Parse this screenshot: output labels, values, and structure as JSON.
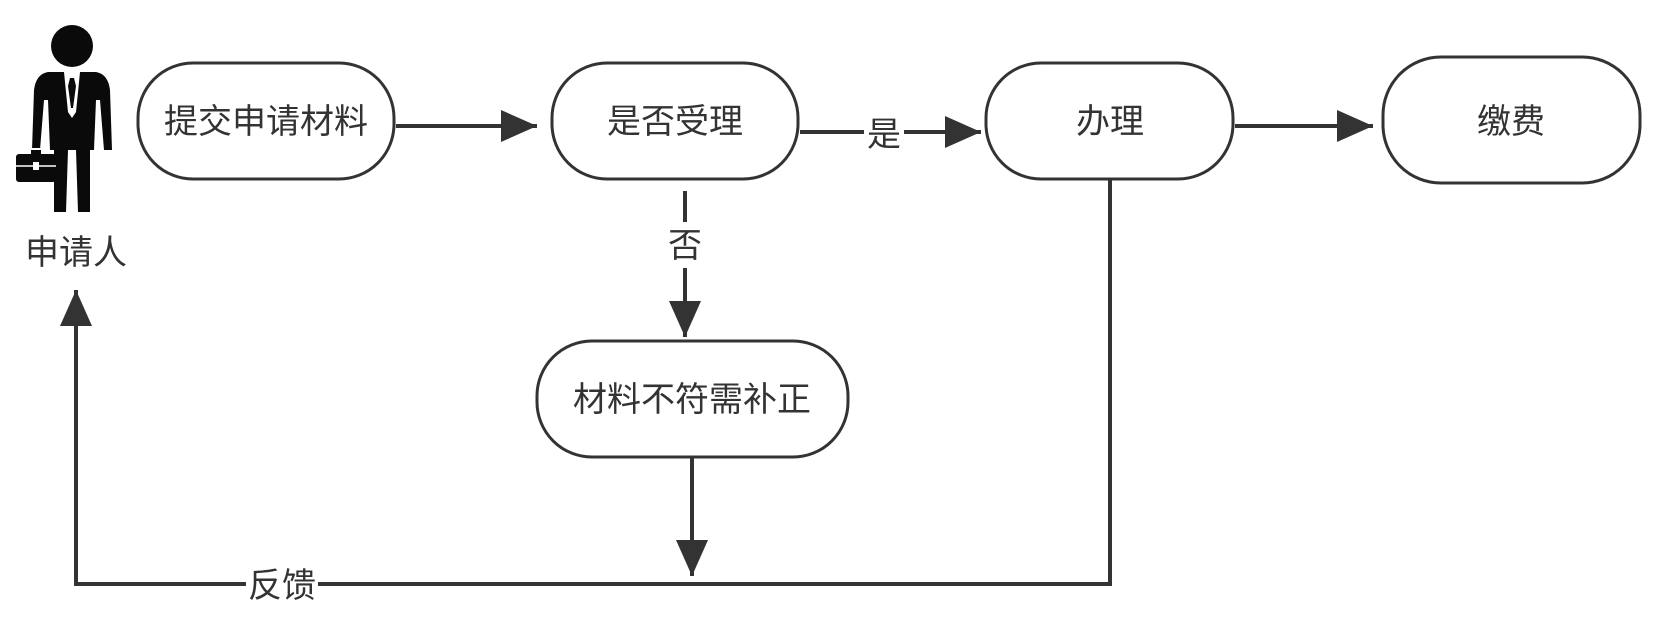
{
  "diagram": {
    "actor": {
      "label": "申请人",
      "icon": "businessman-with-briefcase-icon"
    },
    "nodes": {
      "submit": "提交申请材料",
      "accept": "是否受理",
      "process": "办理",
      "payment": "缴费",
      "supplement": "材料不符需补正"
    },
    "edges": {
      "yes": "是",
      "no": "否",
      "feedback": "反馈"
    },
    "colors": {
      "stroke": "#333333",
      "text": "#333333",
      "actor": "#0a0a0a",
      "background": "#ffffff"
    }
  }
}
